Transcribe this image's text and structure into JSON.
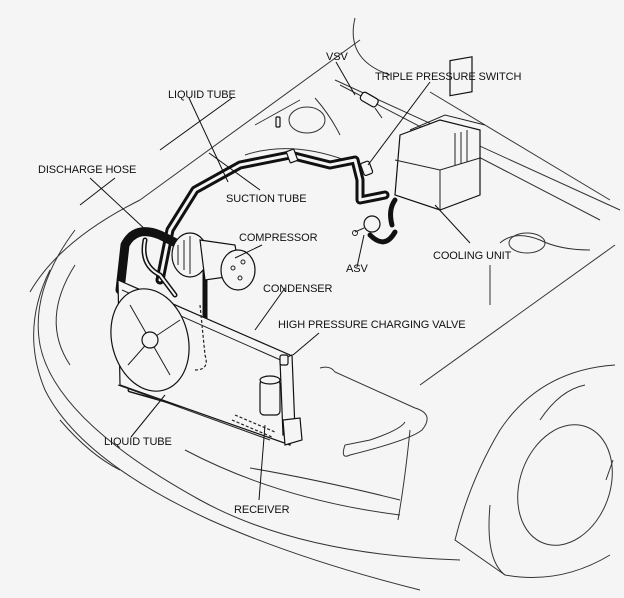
{
  "diagram": {
    "title": "Air conditioning system component layout",
    "labels": {
      "vsv": "VSV",
      "triple_pressure_switch": "TRIPLE PRESSURE SWITCH",
      "liquid_tube_upper": "LIQUID TUBE",
      "discharge_hose": "DISCHARGE HOSE",
      "suction_tube": "SUCTION TUBE",
      "compressor": "COMPRESSOR",
      "asv": "ASV",
      "cooling_unit": "COOLING UNIT",
      "condenser": "CONDENSER",
      "high_pressure_charging_valve": "HIGH PRESSURE CHARGING VALVE",
      "liquid_tube_lower": "LIQUID TUBE",
      "receiver": "RECEIVER"
    },
    "colors": {
      "background": "#f5f5f5",
      "ink": "#111111"
    }
  }
}
